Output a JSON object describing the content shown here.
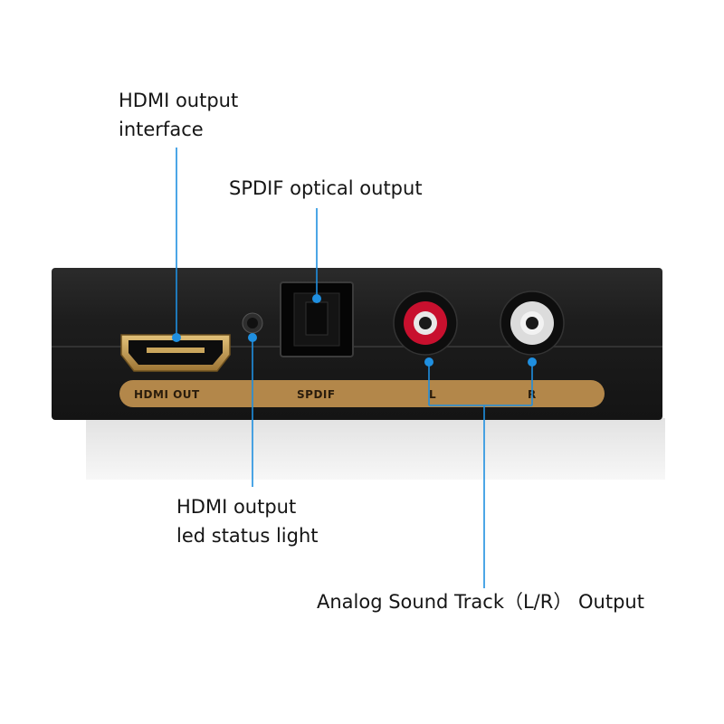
{
  "callouts": {
    "hdmi_interface": {
      "line1": "HDMI output",
      "line2": "interface"
    },
    "spdif": {
      "line1": "SPDIF optical output"
    },
    "led": {
      "line1": "HDMI output",
      "line2": "led status light"
    },
    "analog": {
      "line1": "Analog Sound Track（L/R） Output"
    }
  },
  "device_labels": {
    "hdmi": "HDMI OUT",
    "spdif": "SPDIF",
    "left": "L",
    "right": "R"
  },
  "colors": {
    "leader_line": "#1f8fe0",
    "device_body": "#1b1b1b",
    "label_strip": "#b3874a",
    "rca_left_ring": "#c8102e",
    "rca_right_ring": "#d9d9d9"
  }
}
